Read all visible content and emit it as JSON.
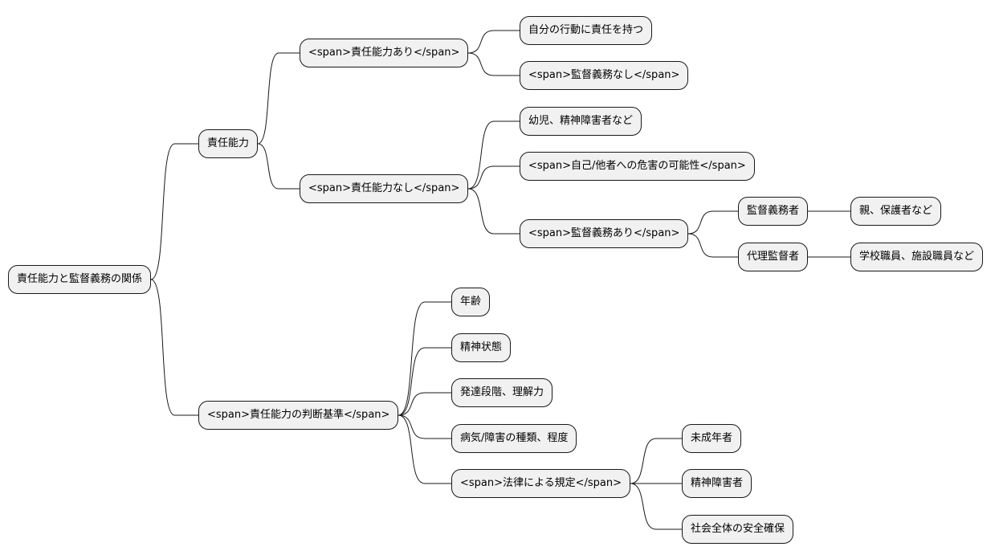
{
  "mindmap": {
    "root": "責任能力と監督義務の関係",
    "branch_capacity": {
      "label": "責任能力",
      "has_capacity": {
        "label": "<span>責任能力あり</span>",
        "children": [
          "自分の行動に責任を持つ",
          "<span>監督義務なし</span>"
        ]
      },
      "no_capacity": {
        "label": "<span>責任能力なし</span>",
        "children": [
          "幼児、精神障害者など",
          "<span>自己/他者への危害の可能性</span>"
        ],
        "supervision": {
          "label": "<span>監督義務あり</span>",
          "supervisor": {
            "label": "監督義務者",
            "example": "親、保護者など"
          },
          "proxy": {
            "label": "代理監督者",
            "example": "学校職員、施設職員など"
          }
        }
      }
    },
    "branch_criteria": {
      "label": "<span>責任能力の判断基準</span>",
      "children": [
        "年齢",
        "精神状態",
        "発達段階、理解力",
        "病気/障害の種類、程度"
      ],
      "law": {
        "label": "<span>法律による規定</span>",
        "children": [
          "未成年者",
          "精神障害者",
          "社会全体の安全確保"
        ]
      }
    }
  },
  "colors": {
    "node_fill": "#f1f1f1",
    "node_border": "#181818",
    "edge": "#181818"
  }
}
